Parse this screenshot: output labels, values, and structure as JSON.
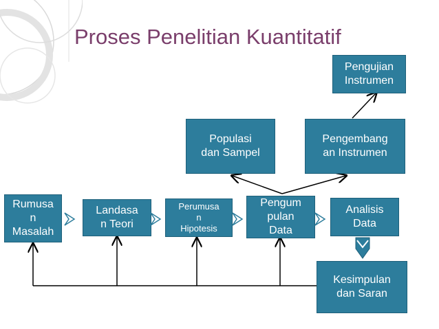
{
  "slide": {
    "title": "Proses Penelitian Kuantitatif"
  },
  "boxes": {
    "rumusan_masalah": "Rumusa\nn\nMasalah",
    "landasan_teori": "Landasa\nn Teori",
    "perumusan_hipotesis": "Perumusa\nn\nHipotesis",
    "pengumpulan_data": "Pengum\npulan\nData",
    "analisis_data": "Analisis\nData",
    "populasi_sampel": "Populasi\ndan Sampel",
    "pengembangan_instrumen": "Pengembang\nan Instrumen",
    "pengujian_instrumen": "Pengujian\nInstrumen",
    "kesimpulan_saran": "Kesimpulan\ndan Saran"
  },
  "colors": {
    "box_fill": "#2d7d9c",
    "title": "#7a3e6b",
    "lines": "#000000"
  }
}
